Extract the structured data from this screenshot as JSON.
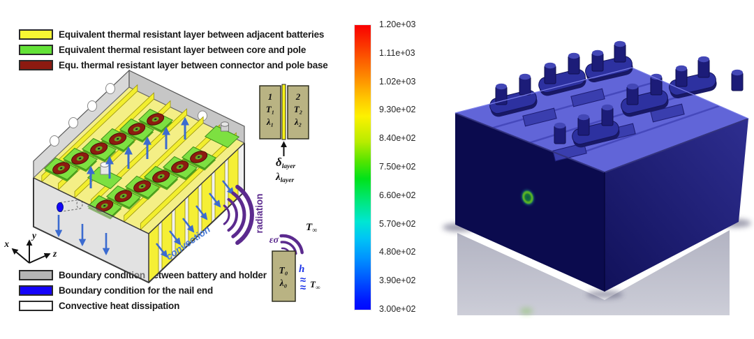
{
  "left_panel": {
    "legend_top": [
      {
        "label": "Equivalent thermal resistant layer between adjacent batteries",
        "color": "#f8f733"
      },
      {
        "label": "Equivalent thermal resistant layer between core and pole",
        "color": "#63e237"
      },
      {
        "label": "Equ. thermal resistant layer between connector and pole base",
        "color": "#8c1a10"
      }
    ],
    "legend_bottom": [
      {
        "label": "Boundary condition between battery and holder",
        "color": "#b5b5b5"
      },
      {
        "label": "Boundary condition for the nail end",
        "color": "#1504f9"
      },
      {
        "label": "Convective heat dissipation",
        "color": "#ffffff"
      }
    ],
    "annotations": {
      "convection": "convection",
      "radiation": "radiation",
      "epsilon_sigma": "εσ",
      "t_infinity_base": "T",
      "t_infinity_sub": "∞",
      "h": "h",
      "t_zero": "T₀",
      "lambda_zero": "λ₀",
      "axis_x": "x",
      "axis_y": "y",
      "axis_z": "z"
    },
    "inset": {
      "block1_number": "1",
      "block1_temperature": "T₁",
      "block1_conductivity": "λ₁",
      "block2_number": "2",
      "block2_temperature": "T₂",
      "block2_conductivity": "λ₂",
      "delta_base": "δ",
      "delta_sub": "layer",
      "lambda_base": "λ",
      "lambda_sub": "layer"
    }
  },
  "colorbar": {
    "labels": [
      "1.20e+03",
      "1.11e+03",
      "1.02e+03",
      "9.30e+02",
      "8.40e+02",
      "7.50e+02",
      "6.60e+02",
      "5.70e+02",
      "4.80e+02",
      "3.90e+02",
      "3.00e+02"
    ],
    "top_color": "#fb0d00",
    "bottom_color": "#0009ff"
  },
  "right_panel": {
    "top_face_color": "#6165d8",
    "front_face_color": "#0b0b4e",
    "side_face_color": "#2b2b8c",
    "hotspot_color": "#55b226",
    "reflection_color": "#bcbdc9"
  }
}
